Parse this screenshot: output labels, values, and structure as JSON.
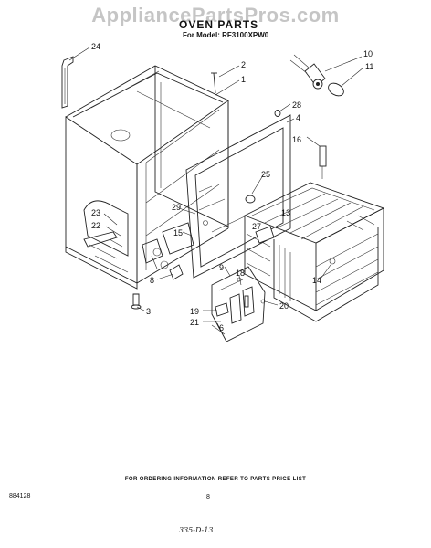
{
  "watermark": "AppliancePartsPros.com",
  "title": "OVEN PARTS",
  "model_line": "For Model: RF3100XPW0",
  "footer_note": "FOR ORDERING INFORMATION REFER TO PARTS PRICE LIST",
  "doc_number": "884128",
  "page_number": "8",
  "handwritten_mark": "335-D-13",
  "callouts": [
    {
      "id": "c24",
      "label": "24"
    },
    {
      "id": "c2",
      "label": "2"
    },
    {
      "id": "c1",
      "label": "1"
    },
    {
      "id": "c10",
      "label": "10"
    },
    {
      "id": "c11",
      "label": "11"
    },
    {
      "id": "c28",
      "label": "28"
    },
    {
      "id": "c4",
      "label": "4"
    },
    {
      "id": "c16",
      "label": "16"
    },
    {
      "id": "c25",
      "label": "25"
    },
    {
      "id": "c29",
      "label": "29"
    },
    {
      "id": "c13",
      "label": "13"
    },
    {
      "id": "c27",
      "label": "27"
    },
    {
      "id": "c23",
      "label": "23"
    },
    {
      "id": "c22",
      "label": "22"
    },
    {
      "id": "c15",
      "label": "15"
    },
    {
      "id": "c8",
      "label": "8"
    },
    {
      "id": "c9",
      "label": "9"
    },
    {
      "id": "c14",
      "label": "14"
    },
    {
      "id": "c18",
      "label": "18"
    },
    {
      "id": "c20",
      "label": "20"
    },
    {
      "id": "c3",
      "label": "3"
    },
    {
      "id": "c19",
      "label": "19"
    },
    {
      "id": "c21",
      "label": "21"
    },
    {
      "id": "c6",
      "label": "6"
    }
  ]
}
